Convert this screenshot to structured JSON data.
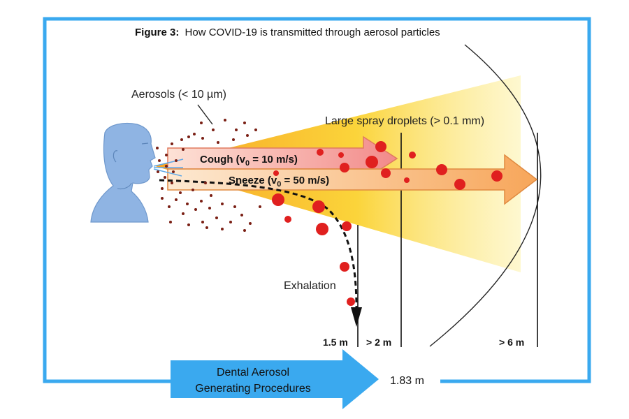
{
  "figure": {
    "label": "Figure 3:",
    "caption": "How COVID-19 is transmitted through aerosol particles"
  },
  "labels": {
    "aerosols": "Aerosols (< 10 µm)",
    "large_droplets": "Large spray droplets (> 0.1 mm)",
    "cough_prefix": "Cough (v",
    "cough_sub": "0",
    "cough_suffix": " = 10 m/s)",
    "sneeze_prefix": "Sneeze (v",
    "sneeze_sub": "0",
    "sneeze_suffix": " = 50 m/s)",
    "exhalation": "Exhalation"
  },
  "distances": {
    "d1": "1.5 m",
    "d2": "> 2 m",
    "d3": "> 6 m"
  },
  "callout": {
    "line1": "Dental Aerosol",
    "line2": "Generating Procedures",
    "distance": "1.83 m"
  },
  "colors": {
    "frame": "#3aa9ef",
    "droplet": "#e0201f",
    "aerosol_dot": "#7a1f14",
    "head": "#8fb4e3",
    "callout_arrow": "#3aa9ef"
  }
}
